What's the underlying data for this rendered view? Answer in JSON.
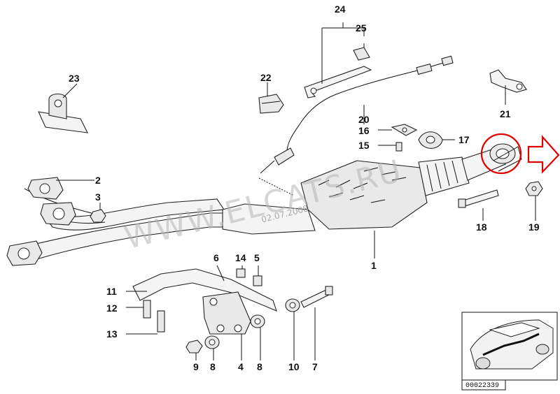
{
  "watermark": "WWW.ELCATS.RU",
  "date_stamp": "02.07.2008",
  "diagram_ref": "00022339",
  "labels": {
    "l1": "1",
    "l2": "2",
    "l3": "3",
    "l4": "4",
    "l5": "5",
    "l6": "6",
    "l7": "7",
    "l8a": "8",
    "l8b": "8",
    "l9": "9",
    "l10": "10",
    "l11": "11",
    "l12": "12",
    "l13": "13",
    "l14": "14",
    "l15": "15",
    "l16": "16",
    "l17": "17",
    "l18": "18",
    "l19": "19",
    "l20": "20",
    "l21": "21",
    "l22": "22",
    "l23": "23",
    "l24": "24",
    "l25": "25"
  },
  "colors": {
    "highlight": "#e00000",
    "watermark": "#b5b5b5"
  },
  "icons": [
    "red-arrow-icon",
    "red-circle-highlight",
    "car-thumbnail-icon"
  ]
}
